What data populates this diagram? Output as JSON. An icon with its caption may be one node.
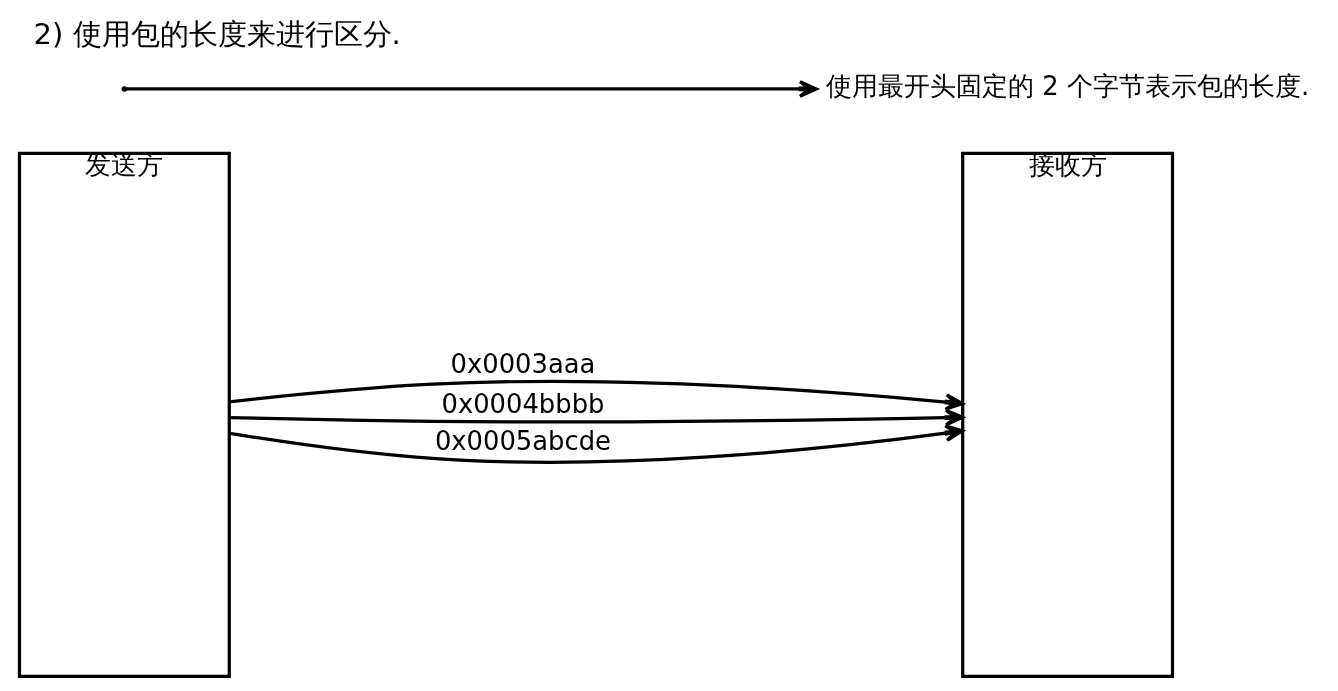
{
  "diagram": {
    "title": "2) 使用包的长度来进行区分.",
    "nodes": [
      {
        "text": [
          "发送方"
        ]
      },
      {
        "text": [
          "接收方"
        ]
      },
      {
        "text": [
          "使用最开头固定的 2 个字节表示包的长度."
        ]
      }
    ],
    "edges": [
      {
        "from": 0,
        "to": 1,
        "arrow": "to",
        "label": "0x0003aaa"
      },
      {
        "from": 0,
        "to": 1,
        "arrow": "to",
        "label": "0x0004bbbb"
      },
      {
        "from": 0,
        "to": 1,
        "arrow": "to",
        "label": "0x0005abcde"
      },
      {
        "from": null,
        "to": 2,
        "arrow": "to"
      }
    ]
  }
}
